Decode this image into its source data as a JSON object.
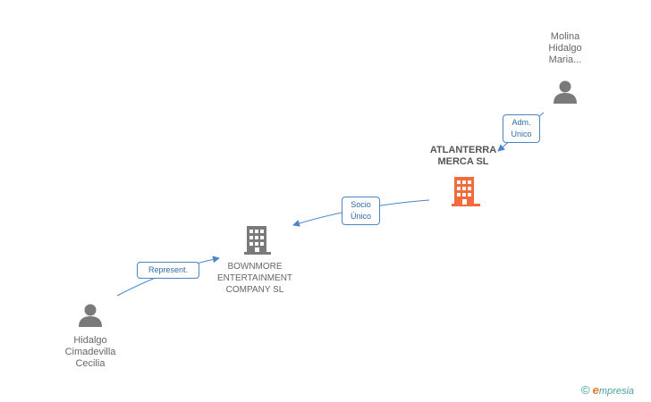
{
  "nodes": {
    "molina": {
      "lines": [
        "Molina",
        "Hidalgo",
        "Maria..."
      ]
    },
    "atlanterra": {
      "lines": [
        "ATLANTERRA",
        "MERCA SL"
      ]
    },
    "bownmore": {
      "lines": [
        "BOWNMORE",
        "ENTERTAINMENT",
        "COMPANY SL"
      ]
    },
    "hidalgo": {
      "lines": [
        "Hidalgo",
        "Cimadevilla",
        "Cecilia"
      ]
    }
  },
  "edges": {
    "adm_unico": {
      "lines": [
        "Adm.",
        "Unico"
      ]
    },
    "socio_unico": {
      "lines": [
        "Socio",
        "Único"
      ]
    },
    "represent": {
      "lines": [
        "Represent."
      ]
    }
  },
  "brand": {
    "copyright": "©",
    "e": "e",
    "rest": "mpresia"
  },
  "colors": {
    "edge": "#4a86c8",
    "person": "#7a7a7a",
    "main_company": "#f26b3a",
    "company": "#7a7a7a"
  }
}
